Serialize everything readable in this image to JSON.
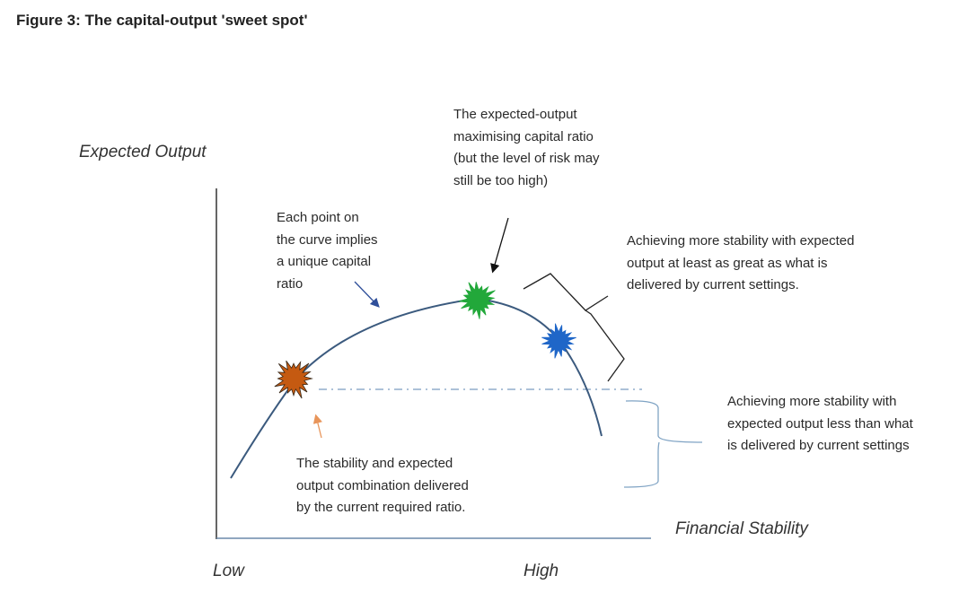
{
  "title": "Figure 3: The capital-output 'sweet spot'",
  "axes": {
    "y_label": "Expected Output",
    "x_label": "Financial Stability",
    "x_low": "Low",
    "x_high": "High"
  },
  "annotations": {
    "max_point": [
      "The expected-output",
      "maximising capital ratio",
      "(but the level of risk may",
      "still be too high)"
    ],
    "curve_point": [
      "Each point on",
      "the curve implies",
      "a unique capital",
      "ratio"
    ],
    "more_stability_greater": [
      "Achieving more stability with expected",
      "output at least as great as what is",
      "delivered by current settings."
    ],
    "more_stability_less": [
      "Achieving more stability with",
      "expected output less than what",
      "is delivered by current settings"
    ],
    "current": [
      "The stability and expected",
      "output combination delivered",
      "by the current required ratio."
    ]
  },
  "markers": {
    "current_color": "#c55a11",
    "max_color": "#22a83a",
    "better_color": "#1f66c8"
  },
  "colors": {
    "curve": "#3b5a7e",
    "dashed": "#7a9cc0",
    "brace_lower": "#7fa3c4"
  }
}
